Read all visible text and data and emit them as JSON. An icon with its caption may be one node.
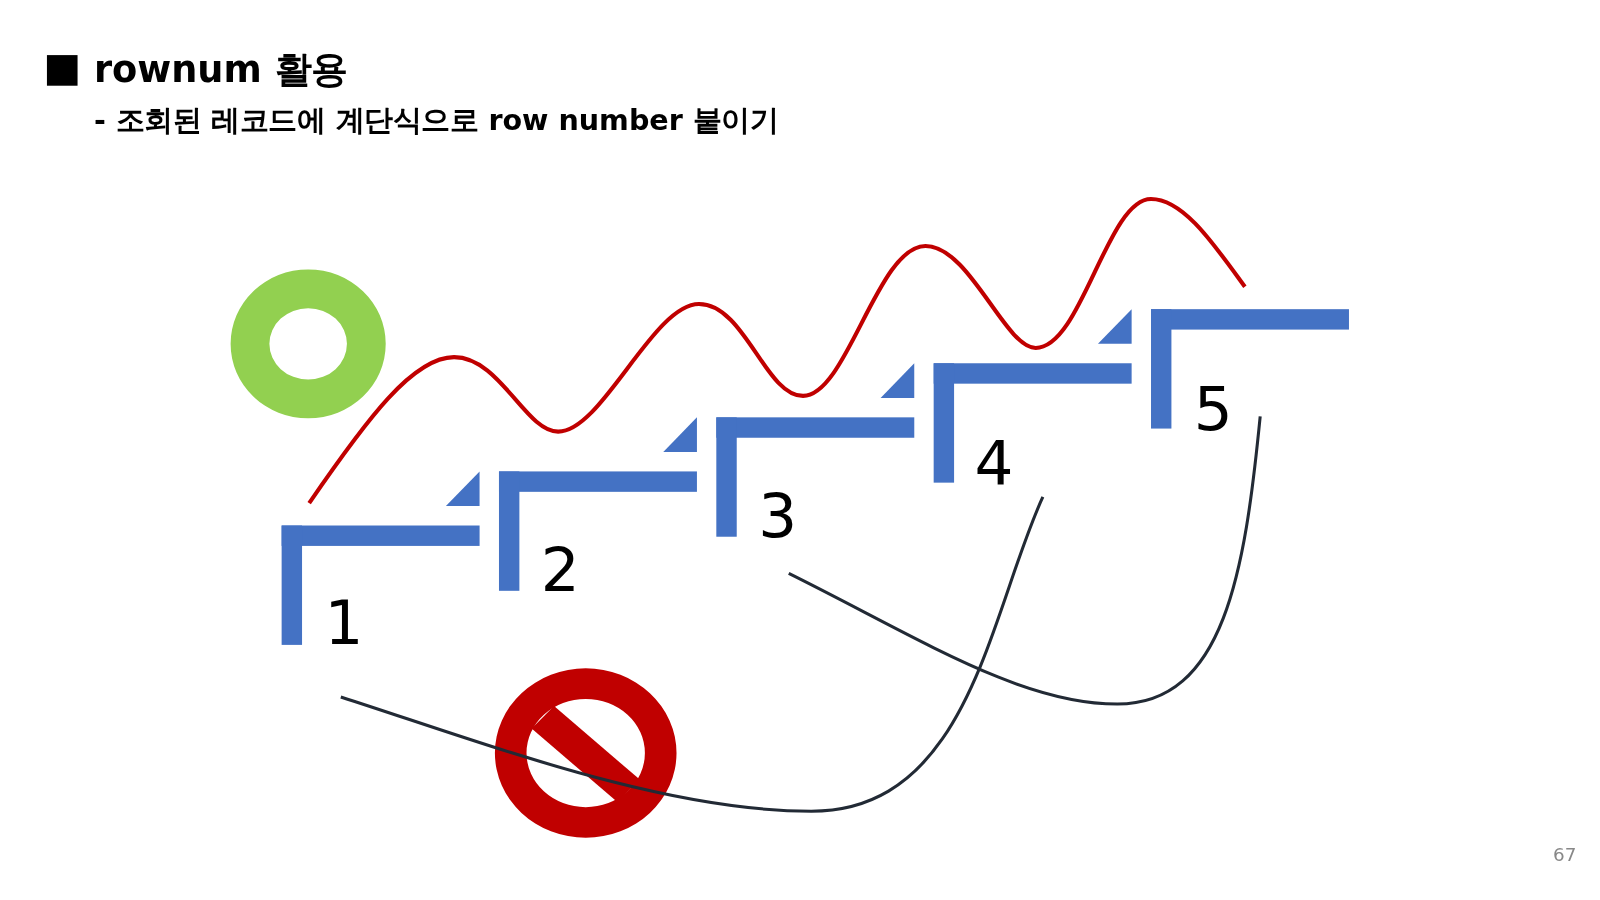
{
  "diagram": {
    "title": "rownum 활용",
    "labels": [
      "- 조회된 레코드에 계단식으로 row number 붙이기",
      "1",
      "2",
      "3",
      "4",
      "5",
      "67"
    ]
  }
}
